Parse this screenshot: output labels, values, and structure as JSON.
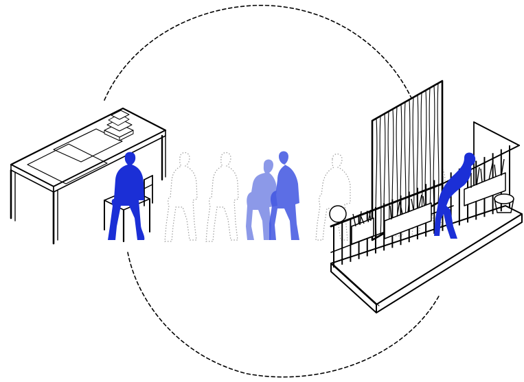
{
  "colors": {
    "figure_solid": "#1b2fd6",
    "figure_translucent": "#7f8ee6",
    "figure_mid": "#3f55e0",
    "ink": "#000000",
    "ghost_outline": "#9a9a9a"
  },
  "elements": {
    "orbit": "dashed-circular-path",
    "table": "desk-with-paper-stack",
    "chair": "wooden-chair",
    "balcony": "balcony-with-railing-and-plant-boxes",
    "curtain": "striped-curtain-panel"
  },
  "figures": [
    {
      "pose": "seated",
      "style": "solid"
    },
    {
      "pose": "seated",
      "style": "ghost"
    },
    {
      "pose": "seated",
      "style": "ghost"
    },
    {
      "pose": "leaning",
      "style": "translucent"
    },
    {
      "pose": "leaning",
      "style": "ghost"
    },
    {
      "pose": "leaning",
      "style": "ghost"
    },
    {
      "pose": "leaning",
      "style": "ghost"
    },
    {
      "pose": "leaning-on-railing",
      "style": "solid"
    }
  ]
}
